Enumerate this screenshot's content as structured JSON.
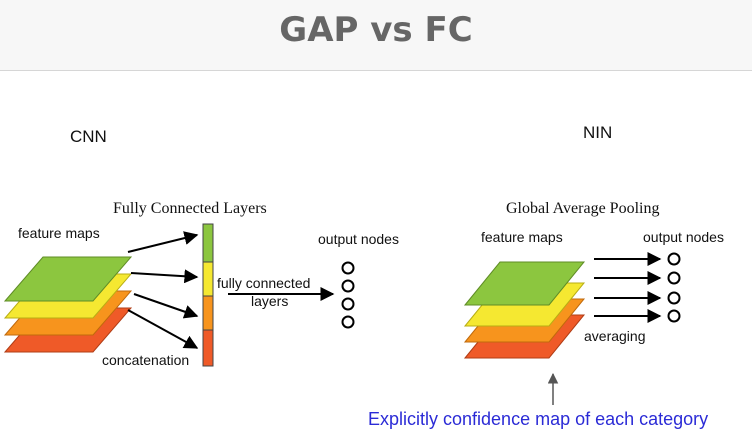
{
  "page": {
    "title": "GAP vs FC"
  },
  "cnn": {
    "title": "CNN",
    "section_label": "Fully Connected Layers",
    "feature_maps_label": "feature maps",
    "concatenation_label": "concatenation",
    "fc_label_line1": "fully connected",
    "fc_label_line2": "layers",
    "output_label": "output nodes"
  },
  "nin": {
    "title": "NIN",
    "section_label": "Global Average Pooling",
    "feature_maps_label": "feature maps",
    "output_label": "output nodes",
    "averaging_label": "averaging"
  },
  "caption": "Explicitly confidence map of each category",
  "colors": {
    "green": "#8cc63f",
    "yellow": "#f5e831",
    "orange": "#f7941d",
    "red": "#ef5a28",
    "caption": "#2b2bd6",
    "title": "#666666"
  }
}
